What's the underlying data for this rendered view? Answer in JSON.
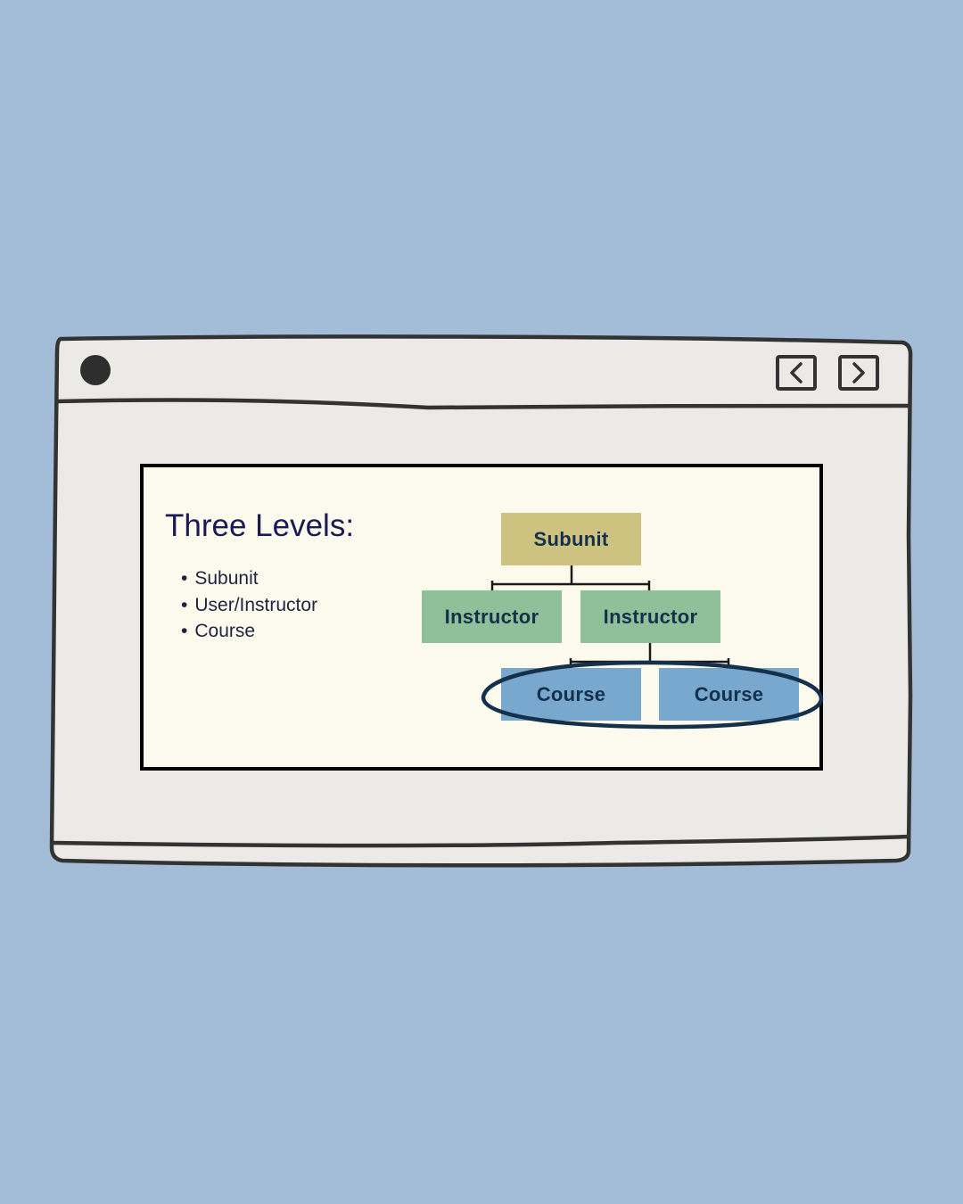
{
  "colors": {
    "page_background": "#a3bdd9",
    "window_fill": "#ebeae6",
    "slide_background": "#fcfaec",
    "subunit_fill": "#cec280",
    "instructor_fill": "#8fc09a",
    "course_fill": "#78a8cd",
    "title_text": "#1a1a55",
    "highlight_ellipse": "#14304a"
  },
  "window": {
    "icons": [
      "dot-icon",
      "back-arrow-icon",
      "forward-arrow-icon"
    ]
  },
  "slide": {
    "title": "Three Levels:",
    "bullets": [
      "Subunit",
      "User/Instructor",
      "Course"
    ],
    "diagram": {
      "root": "Subunit",
      "level2": [
        "Instructor",
        "Instructor"
      ],
      "level3": [
        "Course",
        "Course"
      ],
      "highlighted_level": "Course"
    }
  }
}
